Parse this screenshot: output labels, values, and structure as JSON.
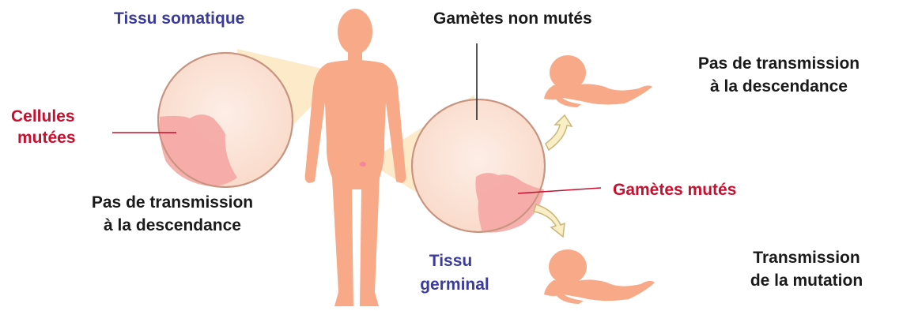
{
  "labels": {
    "tissu_somatique": "Tissu somatique",
    "cellules_mutees_1": "Cellules",
    "cellules_mutees_2": "mutées",
    "pas_transmission_left_1": "Pas de transmission",
    "pas_transmission_left_2": "à la descendance",
    "gametes_non_mutes": "Gamètes non mutés",
    "tissu_germinal_1": "Tissu",
    "tissu_germinal_2": "germinal",
    "gametes_mutes": "Gamètes mutés",
    "pas_transmission_right_1": "Pas de transmission",
    "pas_transmission_right_2": "à la descendance",
    "transmission_1": "Transmission",
    "transmission_2": "de la mutation"
  },
  "colors": {
    "body_skin": "#f7a988",
    "circle_fill": "#fbe3d6",
    "mutated_patch": "#f4a3a1",
    "zoom_cone": "#fde8c2",
    "blue_text": "#3b3b9e",
    "red_text": "#c8102e",
    "arrow_fill": "#f9eec5",
    "arrow_stroke": "#c9b678"
  },
  "icons": [
    "human-silhouette",
    "magnifier-circle-somatic",
    "magnifier-circle-germinal",
    "baby-figure-top",
    "baby-figure-bottom",
    "curved-arrow-up",
    "curved-arrow-down"
  ]
}
